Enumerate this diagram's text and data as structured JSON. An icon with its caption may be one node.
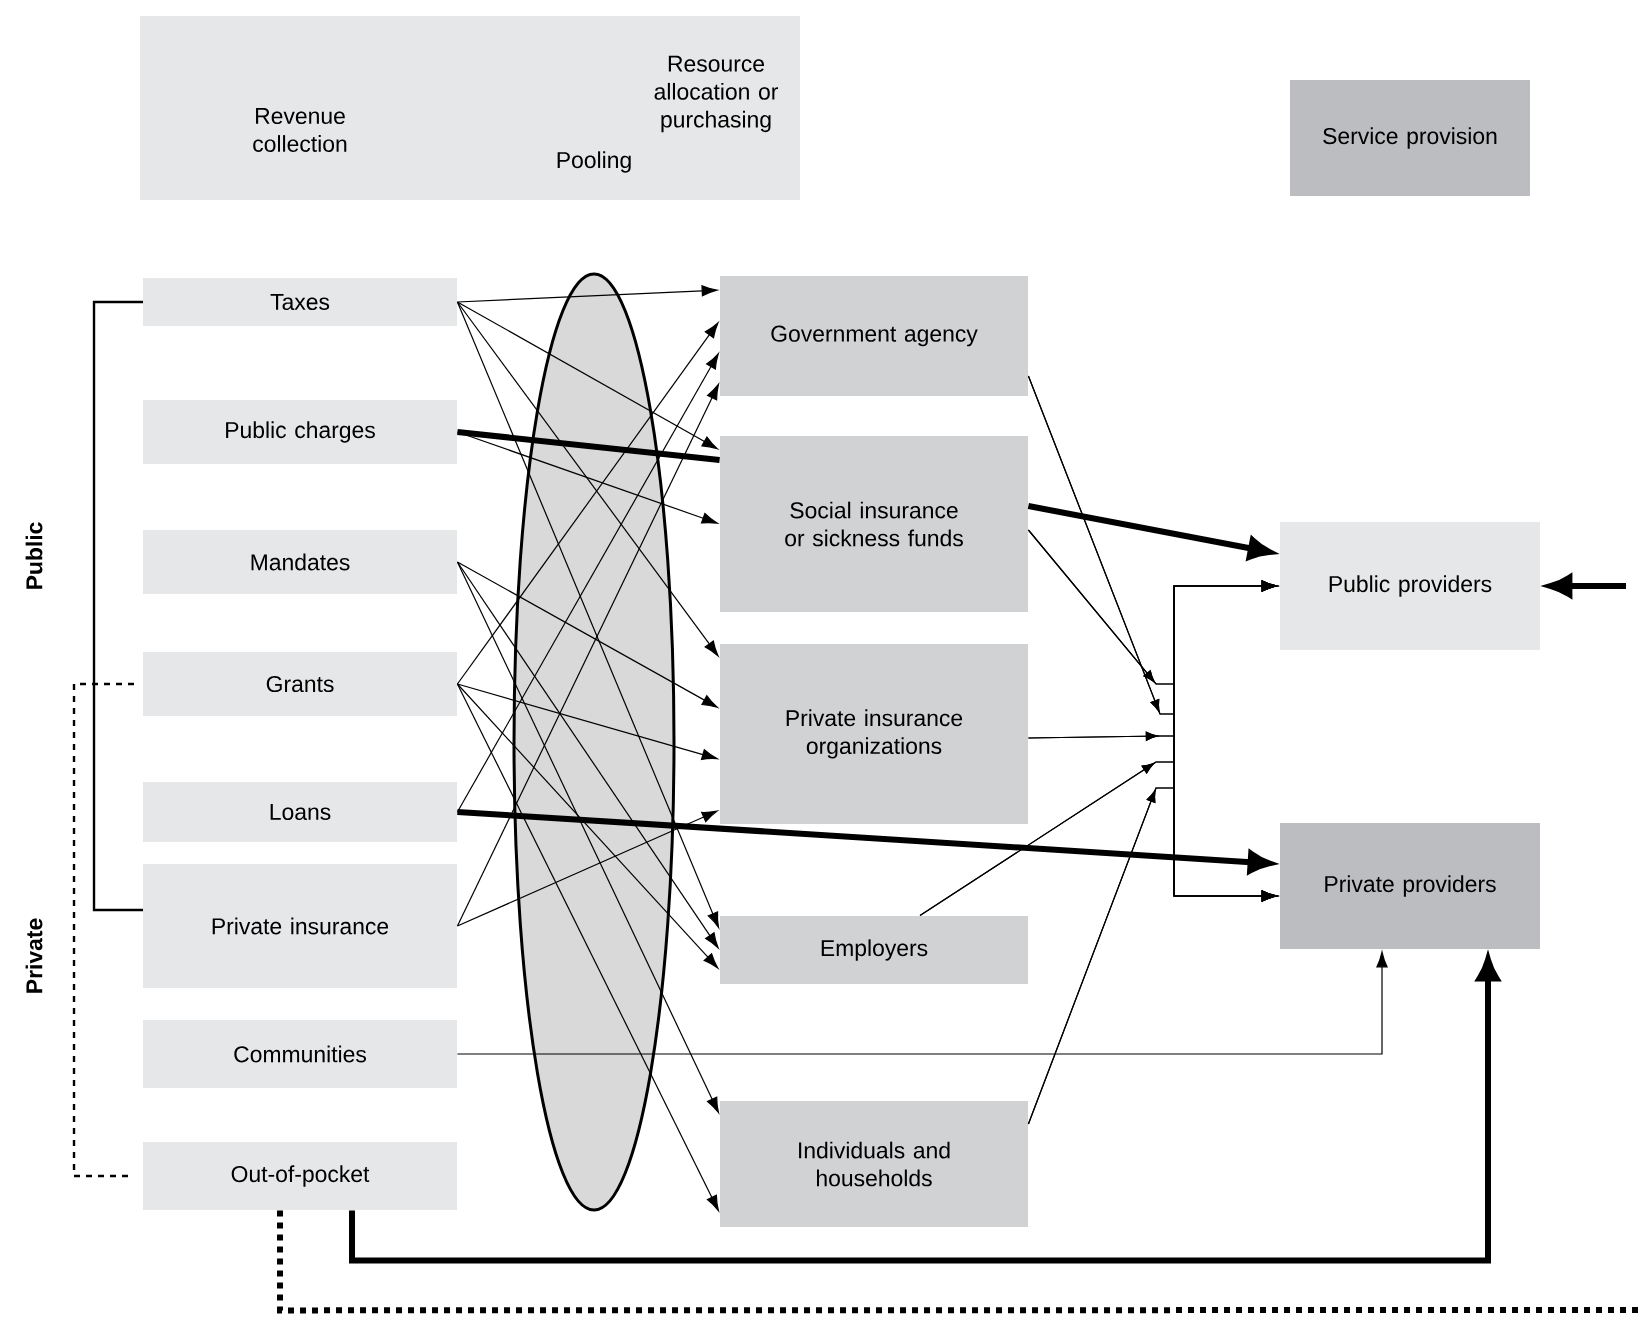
{
  "diagram": {
    "nodes": [
      {
        "text": [
          "Resource allocation or purchasing",
          "Revenue collection",
          "Pooling"
        ]
      },
      {
        "text": [
          "Service provision"
        ]
      },
      {
        "text": [
          "Taxes"
        ]
      },
      {
        "text": [
          "Public charges"
        ]
      },
      {
        "text": [
          "Mandates"
        ]
      },
      {
        "text": [
          "Grants"
        ]
      },
      {
        "text": [
          "Loans"
        ]
      },
      {
        "text": [
          "Private insurance"
        ]
      },
      {
        "text": [
          "Communities"
        ]
      },
      {
        "text": [
          "Out-of-pocket"
        ]
      },
      {
        "text": [
          "Government agency"
        ]
      },
      {
        "text": [
          "Social insurance or sickness funds"
        ]
      },
      {
        "text": [
          "Private insurance organizations"
        ]
      },
      {
        "text": [
          "Employers"
        ]
      },
      {
        "text": [
          "Individuals and households"
        ]
      },
      {
        "text": [
          "Public providers"
        ]
      },
      {
        "text": [
          "Private providers"
        ]
      }
    ],
    "edges": [
      {
        "from": 2,
        "to": 10,
        "arrow": "to"
      },
      {
        "from": 2,
        "to": 11,
        "arrow": "to"
      },
      {
        "from": 2,
        "to": 12,
        "arrow": "to"
      },
      {
        "from": 2,
        "to": 13,
        "arrow": "to"
      },
      {
        "from": 3,
        "to": 11,
        "arrow": "to"
      },
      {
        "from": 4,
        "to": 12,
        "arrow": "to"
      },
      {
        "from": 4,
        "to": 13,
        "arrow": "to"
      },
      {
        "from": 4,
        "to": 14,
        "arrow": "to"
      },
      {
        "from": 5,
        "to": 10,
        "arrow": "to"
      },
      {
        "from": 5,
        "to": 12,
        "arrow": "to"
      },
      {
        "from": 5,
        "to": 13,
        "arrow": "to"
      },
      {
        "from": 5,
        "to": 14,
        "arrow": "to"
      },
      {
        "from": 6,
        "to": 10,
        "arrow": "to"
      },
      {
        "from": 7,
        "to": 10,
        "arrow": "to"
      },
      {
        "from": 7,
        "to": 12,
        "arrow": "to"
      },
      {
        "from": 10,
        "to": 15,
        "arrow": "to"
      },
      {
        "from": 10,
        "to": 16,
        "arrow": "to"
      },
      {
        "from": 11,
        "to": 15,
        "arrow": "to"
      },
      {
        "from": 11,
        "to": 16,
        "arrow": "to"
      },
      {
        "from": 12,
        "to": 15,
        "arrow": "to"
      },
      {
        "from": 12,
        "to": 16,
        "arrow": "to"
      },
      {
        "from": 13,
        "to": 15,
        "arrow": "to"
      },
      {
        "from": 13,
        "to": 16,
        "arrow": "to"
      },
      {
        "from": 14,
        "to": 15,
        "arrow": "to"
      },
      {
        "from": 14,
        "to": 16,
        "arrow": "to"
      },
      {
        "from": 3,
        "to": 11,
        "arrow": "none",
        "style": "thick"
      },
      {
        "from": 11,
        "to": 15,
        "arrow": "to",
        "style": "thick"
      },
      {
        "from": 6,
        "to": 16,
        "arrow": "to",
        "style": "thick"
      },
      {
        "from": 8,
        "to": 16,
        "arrow": "to"
      },
      {
        "from": 9,
        "to": 16,
        "arrow": "to",
        "style": "thick"
      },
      {
        "from": 9,
        "to": null,
        "arrow": "none",
        "style": "dashed"
      },
      {
        "from": null,
        "to": 15,
        "arrow": "to",
        "style": "thick"
      }
    ],
    "labels": [
      "Public",
      "Private"
    ]
  }
}
